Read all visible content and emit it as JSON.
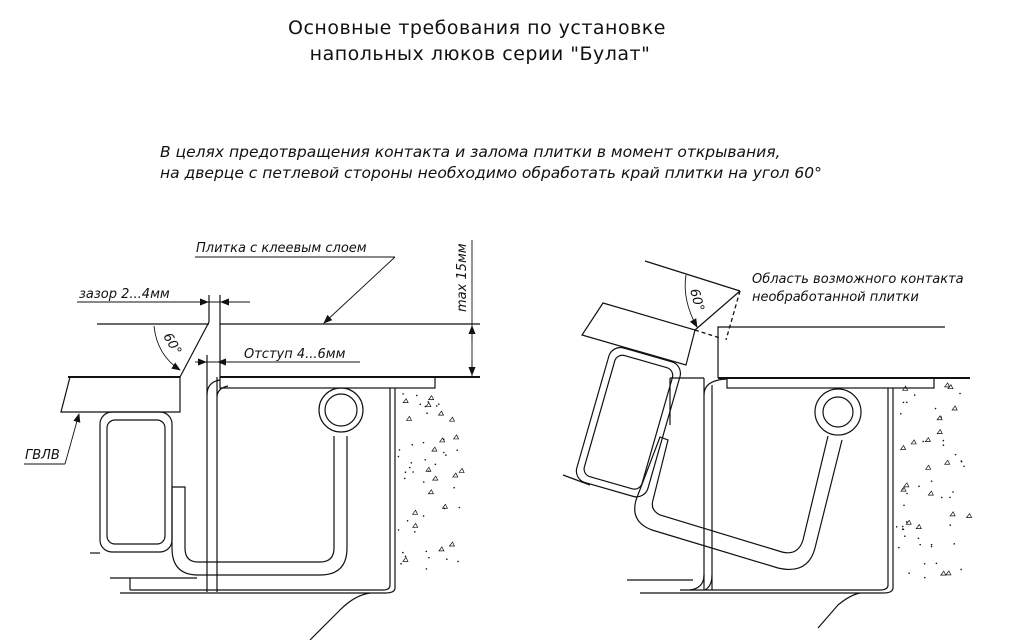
{
  "title": {
    "line1": "Основные требования по установке",
    "line2": "напольных люков серии \"Булат\""
  },
  "note": {
    "line1": "В целях предотвращения контакта и залома плитки в момент открывания,",
    "line2": "на дверце с петлевой стороны необходимо обработать край плитки на угол 60°"
  },
  "left_drawing": {
    "tile_label": "Плитка с клеевым слоем",
    "gap_label": "зазор 2...4мм",
    "offset_label": "Отступ 4...6мм",
    "angle_label": "60°",
    "board_label": "ГВЛВ",
    "max_label": "max 15мм"
  },
  "right_drawing": {
    "contact_label_line1": "Область возможного контакта",
    "contact_label_line2": "необработанной плитки",
    "angle_label": "60°"
  }
}
